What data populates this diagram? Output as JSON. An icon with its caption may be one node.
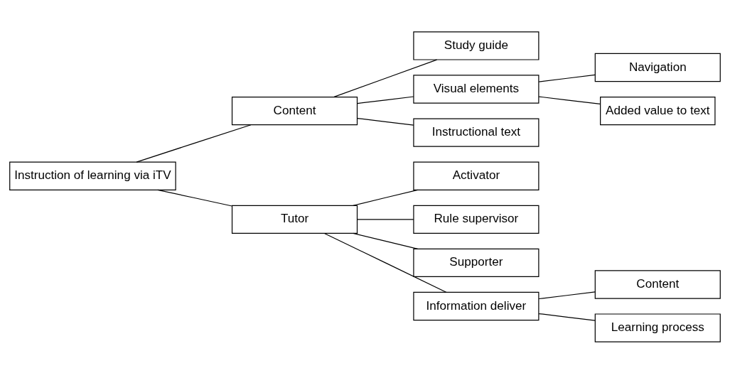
{
  "diagram": {
    "nodes": [
      {
        "text": [
          "Instruction of learning via iTV"
        ]
      },
      {
        "text": [
          "Content"
        ]
      },
      {
        "text": [
          "Tutor"
        ]
      },
      {
        "text": [
          "Study guide"
        ]
      },
      {
        "text": [
          "Visual elements"
        ]
      },
      {
        "text": [
          "Instructional text"
        ]
      },
      {
        "text": [
          "Navigation"
        ]
      },
      {
        "text": [
          "Added value to text"
        ]
      },
      {
        "text": [
          "Activator"
        ]
      },
      {
        "text": [
          "Rule supervisor"
        ]
      },
      {
        "text": [
          "Supporter"
        ]
      },
      {
        "text": [
          "Information deliver"
        ]
      },
      {
        "text": [
          "Content"
        ]
      },
      {
        "text": [
          "Learning process"
        ]
      }
    ],
    "edges": [
      {
        "from": 0,
        "to": 1,
        "arrow": "none"
      },
      {
        "from": 0,
        "to": 2,
        "arrow": "none"
      },
      {
        "from": 1,
        "to": 3,
        "arrow": "none"
      },
      {
        "from": 1,
        "to": 4,
        "arrow": "none"
      },
      {
        "from": 1,
        "to": 5,
        "arrow": "none"
      },
      {
        "from": 4,
        "to": 6,
        "arrow": "none"
      },
      {
        "from": 4,
        "to": 7,
        "arrow": "none"
      },
      {
        "from": 2,
        "to": 8,
        "arrow": "none"
      },
      {
        "from": 2,
        "to": 9,
        "arrow": "none"
      },
      {
        "from": 2,
        "to": 10,
        "arrow": "none"
      },
      {
        "from": 2,
        "to": 11,
        "arrow": "none"
      },
      {
        "from": 11,
        "to": 12,
        "arrow": "none"
      },
      {
        "from": 11,
        "to": 13,
        "arrow": "none"
      }
    ]
  }
}
